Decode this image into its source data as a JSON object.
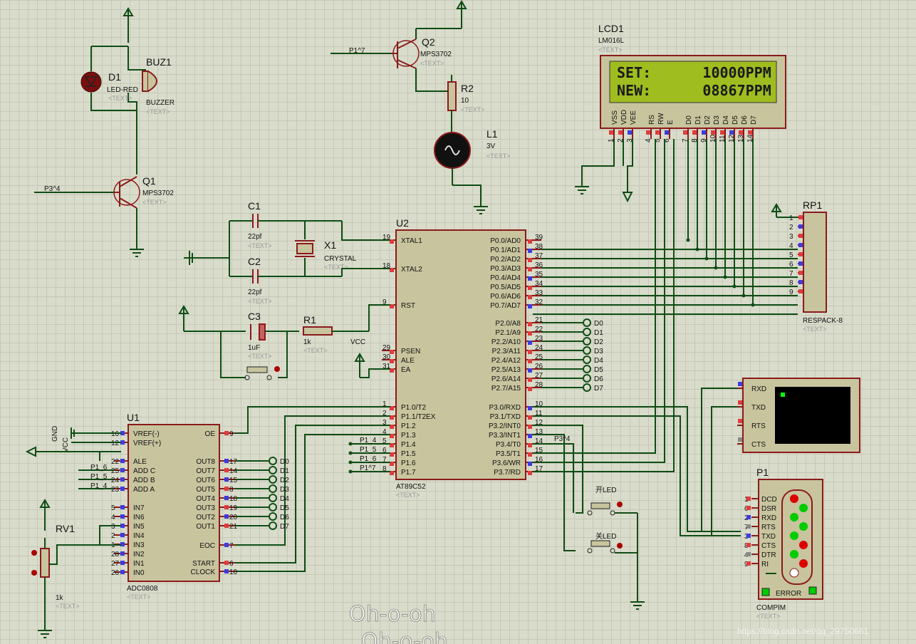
{
  "lcd": {
    "ref": "LCD1",
    "model": "LM016L",
    "text": "<TEXT>",
    "line1": "SET:      10000PPM",
    "line2": "NEW:      08867PPM",
    "pins": [
      "VSS",
      "VDD",
      "VEE",
      "RS",
      "RW",
      "E",
      "D0",
      "D1",
      "D2",
      "D3",
      "D4",
      "D5",
      "D6",
      "D7"
    ],
    "pin_numbers": [
      "1",
      "2",
      "3",
      "4",
      "5",
      "6",
      "7",
      "8",
      "9",
      "10",
      "11",
      "12",
      "13",
      "14"
    ]
  },
  "u2": {
    "ref": "U2",
    "model": "AT89C52",
    "text": "<TEXT>",
    "left_pins": [
      {
        "n": "19",
        "name": "XTAL1"
      },
      {
        "n": "18",
        "name": "XTAL2"
      },
      {
        "n": "9",
        "name": "RST"
      },
      {
        "n": "29",
        "name": "PSEN"
      },
      {
        "n": "30",
        "name": "ALE"
      },
      {
        "n": "31",
        "name": "EA"
      },
      {
        "n": "1",
        "name": "P1.0/T2"
      },
      {
        "n": "2",
        "name": "P1.1/T2EX"
      },
      {
        "n": "3",
        "name": "P1.2"
      },
      {
        "n": "4",
        "name": "P1.3"
      },
      {
        "n": "5",
        "name": "P1.4"
      },
      {
        "n": "6",
        "name": "P1.5"
      },
      {
        "n": "7",
        "name": "P1.6"
      },
      {
        "n": "8",
        "name": "P1.7"
      }
    ],
    "right_pins": [
      {
        "n": "39",
        "name": "P0.0/AD0"
      },
      {
        "n": "38",
        "name": "P0.1/AD1"
      },
      {
        "n": "37",
        "name": "P0.2/AD2"
      },
      {
        "n": "36",
        "name": "P0.3/AD3"
      },
      {
        "n": "35",
        "name": "P0.4/AD4"
      },
      {
        "n": "34",
        "name": "P0.5/AD5"
      },
      {
        "n": "33",
        "name": "P0.6/AD6"
      },
      {
        "n": "32",
        "name": "P0.7/AD7"
      },
      {
        "n": "21",
        "name": "P2.0/A8"
      },
      {
        "n": "22",
        "name": "P2.1/A9"
      },
      {
        "n": "23",
        "name": "P2.2/A10"
      },
      {
        "n": "24",
        "name": "P2.3/A11"
      },
      {
        "n": "25",
        "name": "P2.4/A12"
      },
      {
        "n": "26",
        "name": "P2.5/A13"
      },
      {
        "n": "27",
        "name": "P2.6/A14"
      },
      {
        "n": "28",
        "name": "P2.7/A15"
      },
      {
        "n": "10",
        "name": "P3.0/RXD"
      },
      {
        "n": "11",
        "name": "P3.1/TXD"
      },
      {
        "n": "12",
        "name": "P3.2/INT0"
      },
      {
        "n": "13",
        "name": "P3.3/INT1"
      },
      {
        "n": "14",
        "name": "P3.4/T0"
      },
      {
        "n": "15",
        "name": "P3.5/T1"
      },
      {
        "n": "16",
        "name": "P3.6/WR"
      },
      {
        "n": "17",
        "name": "P3.7/RD"
      }
    ],
    "p2_labels": [
      "D0",
      "D1",
      "D2",
      "D3",
      "D4",
      "D5",
      "D6",
      "D7"
    ],
    "p1_labels": [
      "P1_4",
      "P1_5",
      "P1_6",
      "P1^7"
    ],
    "vcc": "VCC"
  },
  "u1": {
    "ref": "U1",
    "model": "ADC0808",
    "text": "<TEXT>",
    "left_pins": [
      {
        "n": "16",
        "name": "VREF(-)"
      },
      {
        "n": "12",
        "name": "VREF(+)"
      },
      {
        "n": "22",
        "name": "ALE"
      },
      {
        "n": "25",
        "name": "ADD C"
      },
      {
        "n": "24",
        "name": "ADD B"
      },
      {
        "n": "23",
        "name": "ADD A"
      },
      {
        "n": "5",
        "name": "IN7"
      },
      {
        "n": "4",
        "name": "IN6"
      },
      {
        "n": "3",
        "name": "IN5"
      },
      {
        "n": "2",
        "name": "IN4"
      },
      {
        "n": "1",
        "name": "IN3"
      },
      {
        "n": "28",
        "name": "IN2"
      },
      {
        "n": "27",
        "name": "IN1"
      },
      {
        "n": "26",
        "name": "IN0"
      }
    ],
    "right_pins": [
      {
        "n": "9",
        "name": "OE"
      },
      {
        "n": "17",
        "name": "OUT8"
      },
      {
        "n": "14",
        "name": "OUT7"
      },
      {
        "n": "15",
        "name": "OUT6"
      },
      {
        "n": "8",
        "name": "OUT5"
      },
      {
        "n": "18",
        "name": "OUT4"
      },
      {
        "n": "19",
        "name": "OUT3"
      },
      {
        "n": "20",
        "name": "OUT2"
      },
      {
        "n": "21",
        "name": "OUT1"
      },
      {
        "n": "7",
        "name": "EOC"
      },
      {
        "n": "6",
        "name": "START"
      },
      {
        "n": "10",
        "name": "CLOCK"
      }
    ],
    "out_labels": [
      "D0",
      "D1",
      "D2",
      "D3",
      "D4",
      "D5",
      "D6",
      "D7"
    ],
    "addr_labels": [
      "P1_6",
      "P1_5",
      "P1_4"
    ],
    "gnd": "GND",
    "vcc": "VCC"
  },
  "rp1": {
    "ref": "RP1",
    "model": "RESPACK-8",
    "text": "<TEXT>",
    "pins": [
      "1",
      "2",
      "3",
      "4",
      "5",
      "6",
      "7",
      "8",
      "9"
    ]
  },
  "q1": {
    "ref": "Q1",
    "model": "MPS3702",
    "text": "<TEXT>",
    "net": "P3^4"
  },
  "q2": {
    "ref": "Q2",
    "model": "MPS3702",
    "text": "<TEXT>",
    "net": "P1^7"
  },
  "d1": {
    "ref": "D1",
    "model": "LED-RED",
    "text": "<TEXT>"
  },
  "buz1": {
    "ref": "BUZ1",
    "model": "BUZZER",
    "text": "<TEXT>"
  },
  "r2": {
    "ref": "R2",
    "value": "10",
    "text": "<TEXT>"
  },
  "l1": {
    "ref": "L1",
    "value": "3V",
    "text": "<TEXT>"
  },
  "c1": {
    "ref": "C1",
    "value": "22pf",
    "text": "<TEXT>"
  },
  "c2": {
    "ref": "C2",
    "value": "22pf",
    "text": "<TEXT>"
  },
  "x1": {
    "ref": "X1",
    "model": "CRYSTAL",
    "text": "<TEXT>"
  },
  "c3": {
    "ref": "C3",
    "value": "1uF",
    "text": "<TEXT>"
  },
  "r1": {
    "ref": "R1",
    "value": "1k",
    "text": "<TEXT>"
  },
  "rv1": {
    "ref": "RV1",
    "value": "1k",
    "text": "<TEXT>"
  },
  "switches": {
    "on_label": "开LED",
    "off_label": "关LED"
  },
  "p3_net": "P3^4",
  "terminal": {
    "pins": [
      "RXD",
      "TXD",
      "RTS",
      "CTS"
    ]
  },
  "p1": {
    "ref": "P1",
    "model": "COMPIM",
    "text": "<TEXT>",
    "pins": [
      {
        "n": "1",
        "name": "DCD"
      },
      {
        "n": "6",
        "name": "DSR"
      },
      {
        "n": "2",
        "name": "RXD"
      },
      {
        "n": "7",
        "name": "RTS"
      },
      {
        "n": "3",
        "name": "TXD"
      },
      {
        "n": "8",
        "name": "CTS"
      },
      {
        "n": "4",
        "name": "DTR"
      },
      {
        "n": "9",
        "name": "RI"
      }
    ],
    "error": "ERROR"
  },
  "watermark": {
    "line1": "Oh-o-oh",
    "line2": "Oh-o-oh",
    "url": "https://blog.csdn.net/qq_29750661"
  }
}
